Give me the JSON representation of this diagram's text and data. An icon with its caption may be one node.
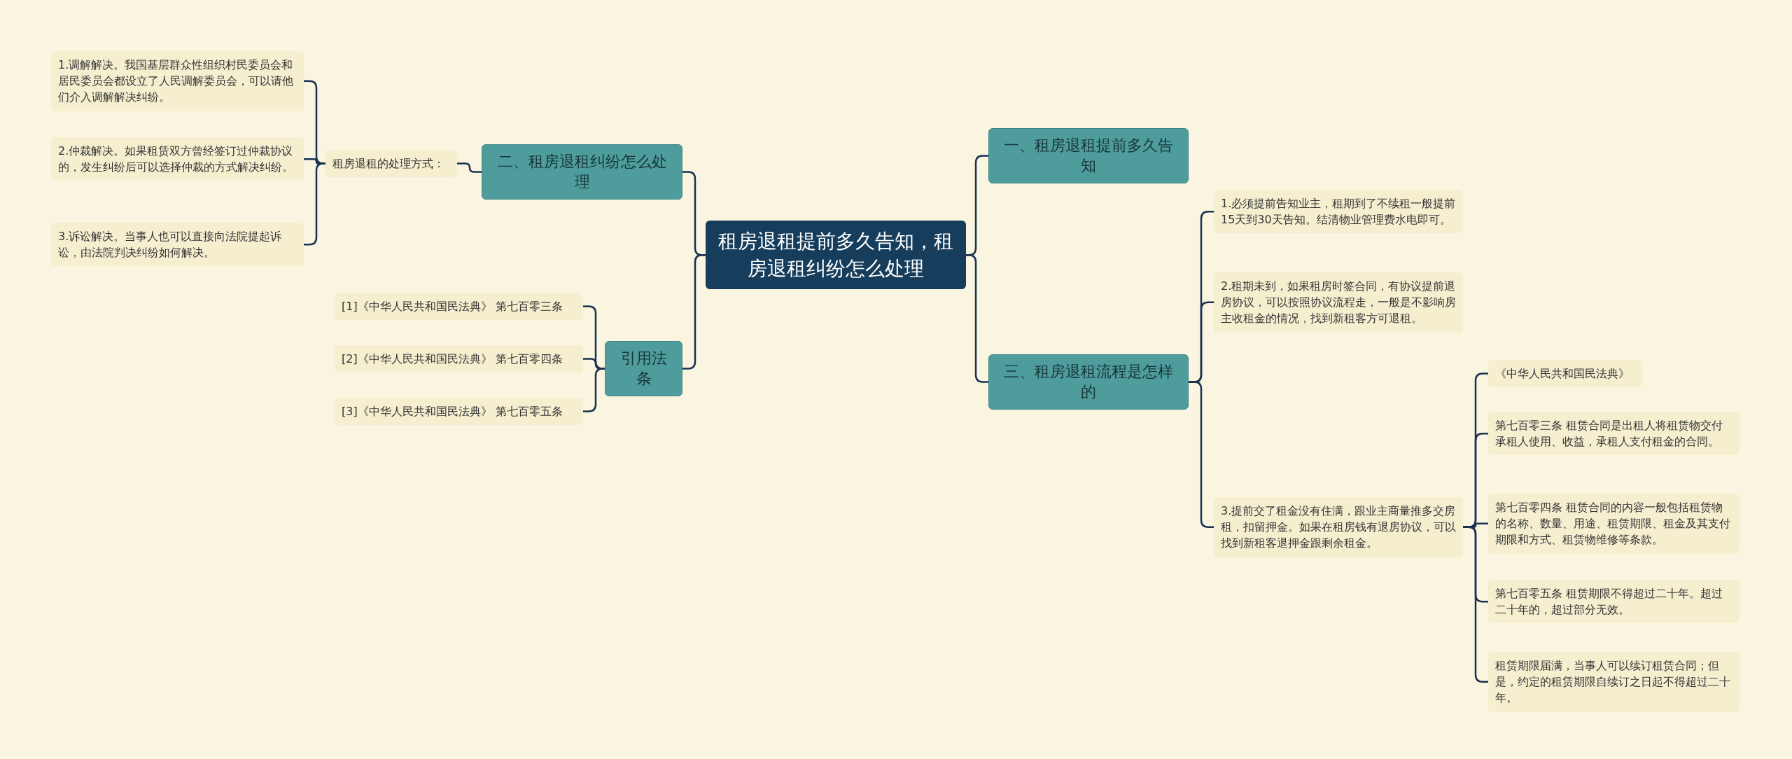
{
  "diagram": {
    "nodes": [
      {
        "text": [
          "租房退租提前多久告知，租房退租纠纷怎么处理"
        ]
      },
      {
        "text": [
          "二、租房退租纠纷怎么处理"
        ]
      },
      {
        "text": [
          "租房退租的处理方式："
        ]
      },
      {
        "text": [
          "1.调解解决。我国基层群众性组织村民委员会和居民委员会都设立了人民调解委员会，可以请他们介入调解解决纠纷。"
        ]
      },
      {
        "text": [
          "2.仲裁解决。如果租赁双方曾经签订过仲裁协议的，发生纠纷后可以选择仲裁的方式解决纠纷。"
        ]
      },
      {
        "text": [
          "3.诉讼解决。当事人也可以直接向法院提起诉讼，由法院判决纠纷如何解决。"
        ]
      },
      {
        "text": [
          "引用法条"
        ]
      },
      {
        "text": [
          "[1]《中华人民共和国民法典》 第七百零三条"
        ]
      },
      {
        "text": [
          "[2]《中华人民共和国民法典》 第七百零四条"
        ]
      },
      {
        "text": [
          "[3]《中华人民共和国民法典》 第七百零五条"
        ]
      },
      {
        "text": [
          "一、租房退租提前多久告知"
        ]
      },
      {
        "text": [
          "三、租房退租流程是怎样的"
        ]
      },
      {
        "text": [
          "1.必须提前告知业主，租期到了不续租一般提前15天到30天告知。结清物业管理费水电即可。"
        ]
      },
      {
        "text": [
          "2.租期未到，如果租房时签合同，有协议提前退房协议，可以按照协议流程走，一般是不影响房主收租金的情况，找到新租客方可退租。"
        ]
      },
      {
        "text": [
          "3.提前交了租金没有住满，跟业主商量推多交房租，扣留押金。如果在租房钱有退房协议，可以找到新租客退押金跟剩余租金。"
        ]
      },
      {
        "text": [
          "《中华人民共和国民法典》"
        ]
      },
      {
        "text": [
          "第七百零三条 租赁合同是出租人将租赁物交付承租人使用、收益，承租人支付租金的合同。"
        ]
      },
      {
        "text": [
          "第七百零四条 租赁合同的内容一般包括租赁物的名称、数量、用途、租赁期限、租金及其支付期限和方式、租赁物维修等条款。"
        ]
      },
      {
        "text": [
          "第七百零五条 租赁期限不得超过二十年。超过二十年的，超过部分无效。"
        ]
      },
      {
        "text": [
          "租赁期限届满，当事人可以续订租赁合同；但是，约定的租赁期限自续订之日起不得超过二十年。"
        ]
      }
    ],
    "edges": [
      {
        "from": 0,
        "to": 1,
        "arrow": "none"
      },
      {
        "from": 1,
        "to": 2,
        "arrow": "none"
      },
      {
        "from": 2,
        "to": 3,
        "arrow": "none"
      },
      {
        "from": 2,
        "to": 4,
        "arrow": "none"
      },
      {
        "from": 2,
        "to": 5,
        "arrow": "none"
      },
      {
        "from": 0,
        "to": 6,
        "arrow": "none"
      },
      {
        "from": 6,
        "to": 7,
        "arrow": "none"
      },
      {
        "from": 6,
        "to": 8,
        "arrow": "none"
      },
      {
        "from": 6,
        "to": 9,
        "arrow": "none"
      },
      {
        "from": 0,
        "to": 10,
        "arrow": "none"
      },
      {
        "from": 0,
        "to": 11,
        "arrow": "none"
      },
      {
        "from": 11,
        "to": 12,
        "arrow": "none"
      },
      {
        "from": 11,
        "to": 13,
        "arrow": "none"
      },
      {
        "from": 11,
        "to": 14,
        "arrow": "none"
      },
      {
        "from": 14,
        "to": 15,
        "arrow": "none"
      },
      {
        "from": 14,
        "to": 16,
        "arrow": "none"
      },
      {
        "from": 14,
        "to": 17,
        "arrow": "none"
      },
      {
        "from": 14,
        "to": 18,
        "arrow": "none"
      },
      {
        "from": 14,
        "to": 19,
        "arrow": "none"
      }
    ]
  }
}
